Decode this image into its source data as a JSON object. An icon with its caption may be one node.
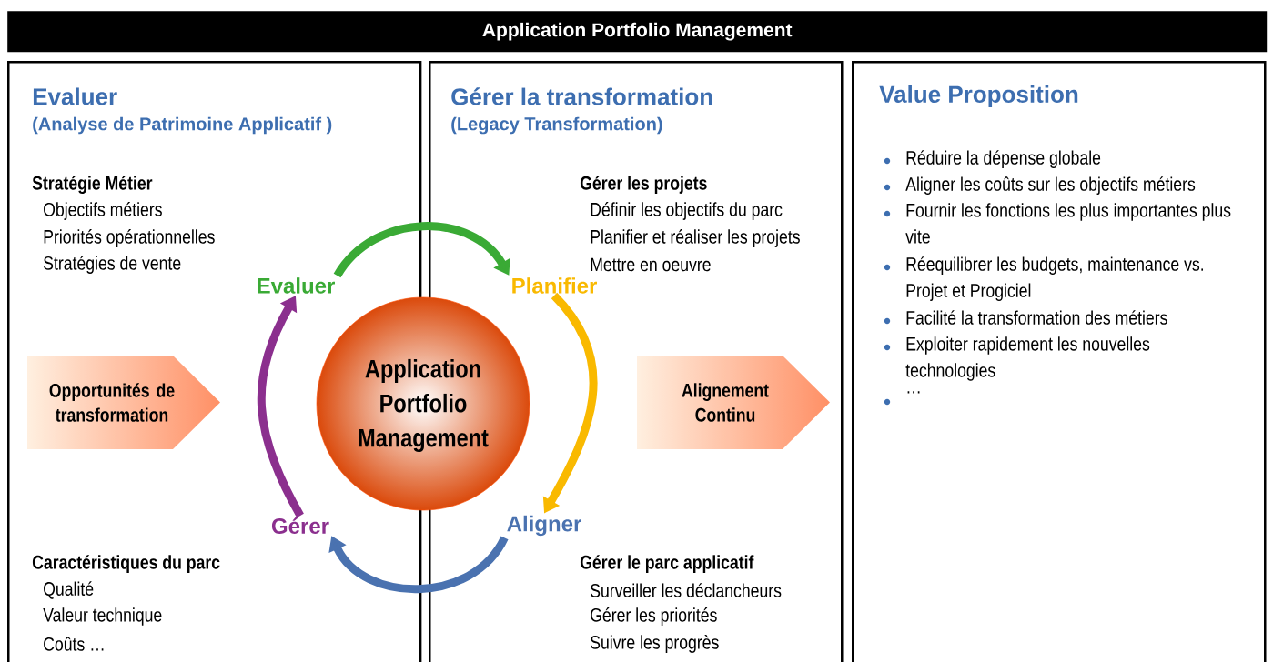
{
  "diagram": {
    "title": "Application Portfolio Management",
    "nodes": [
      {
        "text": [
          "Evaluer",
          "(Analyse de Patrimoine Applicatif )"
        ]
      },
      {
        "text": [
          "Gérer la transformation",
          "(Legacy Transformation)"
        ]
      },
      {
        "text": [
          "Value Proposition",
          "Réduire la dépense globale",
          "Aligner les coûts sur les objectifs métiers",
          "Fournir les fonctions les plus importantes plus vite",
          "Réequilibrer les budgets, maintenance vs. Projet et Progiciel",
          "Facilité la transformation des métiers",
          "Exploiter rapidement les nouvelles technologies",
          "…"
        ]
      },
      {
        "text": [
          "Opportunités de transformation"
        ],
        "in": 0
      },
      {
        "text": [
          "Alignement Continu"
        ],
        "in": 1
      },
      {
        "text": [
          "Application Portfolio Management"
        ]
      },
      {
        "text": [
          "Evaluer"
        ],
        "in": 0
      },
      {
        "text": [
          "Planifier"
        ],
        "in": 1
      },
      {
        "text": [
          "Aligner"
        ],
        "in": 1
      },
      {
        "text": [
          "Gérer"
        ],
        "in": 0
      }
    ],
    "edges": [
      {
        "from": 6,
        "to": 7,
        "arrow": "to",
        "color": "#3aaa35"
      },
      {
        "from": 7,
        "to": 8,
        "arrow": "to",
        "color": "#f9b900"
      },
      {
        "from": 8,
        "to": 9,
        "arrow": "to",
        "color": "#4a72b0"
      },
      {
        "from": 9,
        "to": 6,
        "arrow": "to",
        "color": "#8b2f8e"
      }
    ],
    "labels": [
      "Stratégie Métier",
      "Objectifs métiers",
      "Priorités opérationnelles",
      "Stratégies de vente",
      "Gérer les projets",
      "Définir les objectifs du parc",
      "Planifier et réaliser les projets",
      "Mettre en oeuvre",
      "Caractéristiques du parc",
      "Qualité",
      "Valeur technique",
      "Coûts …",
      "Gérer le parc applicatif",
      "Surveiller les déclancheurs",
      "Gérer les priorités",
      "Suivre les progrès"
    ]
  }
}
